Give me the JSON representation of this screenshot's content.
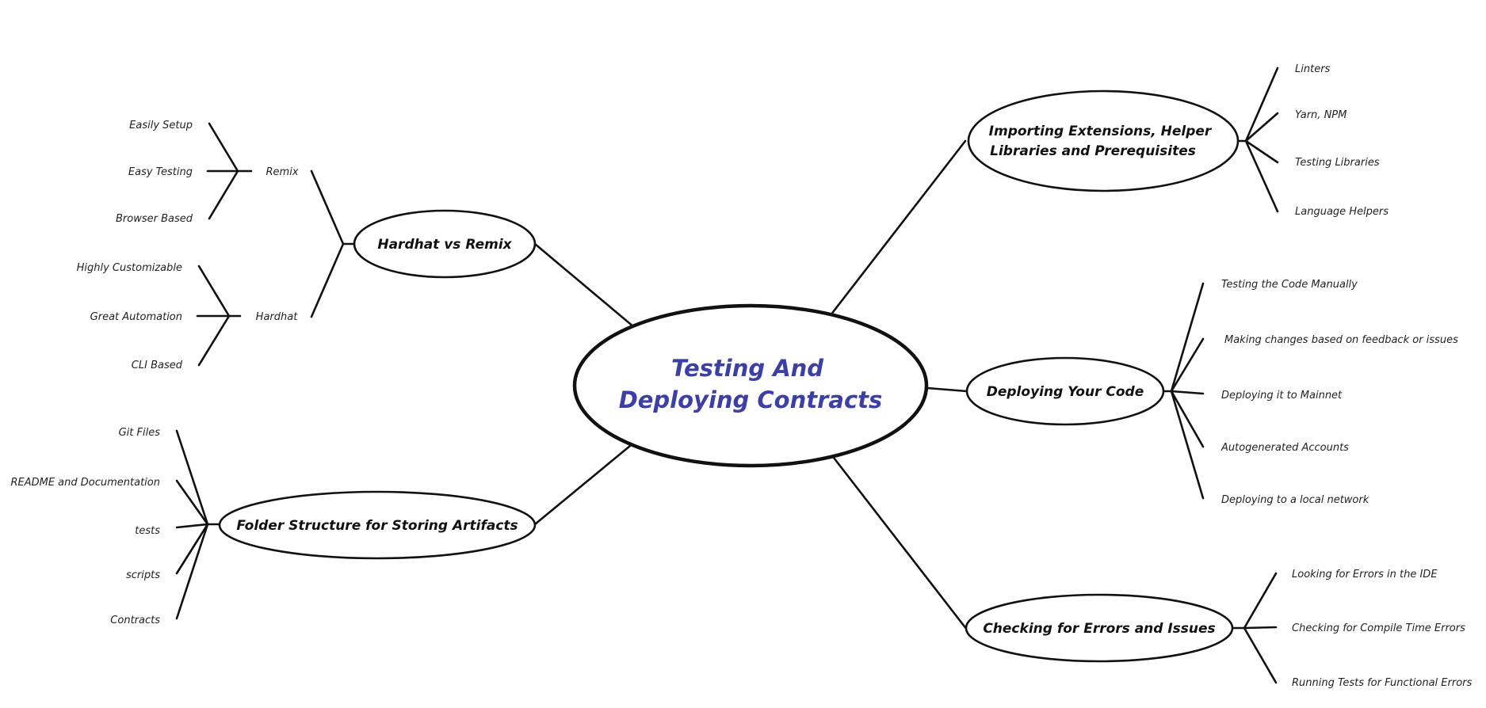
{
  "root": {
    "lines": [
      "Testing And",
      "Deploying Contracts"
    ]
  },
  "topics": {
    "hardhat_vs_remix": {
      "label": "Hardhat vs Remix",
      "groups": {
        "remix": {
          "label": "Remix",
          "items": [
            "Easily Setup",
            "Easy Testing",
            "Browser Based"
          ]
        },
        "hardhat": {
          "label": "Hardhat",
          "items": [
            "Highly Customizable",
            "Great Automation",
            "CLI Based"
          ]
        }
      }
    },
    "folder_structure": {
      "label": "Folder Structure for Storing Artifacts",
      "items": [
        "Git Files",
        "README and Documentation",
        "tests",
        "scripts",
        "Contracts"
      ]
    },
    "importing_extensions": {
      "lines": [
        "Importing Extensions, Helper",
        "Libraries and Prerequisites"
      ],
      "items": [
        "Linters",
        "Yarn, NPM",
        "Testing Libraries",
        "Language Helpers"
      ]
    },
    "deploying_code": {
      "label": "Deploying Your Code",
      "items": [
        "Testing the Code Manually",
        "Making changes based on feedback or issues",
        "Deploying it to Mainnet",
        "Autogenerated Accounts",
        "Deploying to a local network"
      ]
    },
    "checking_errors": {
      "label": "Checking for Errors and Issues",
      "items": [
        "Looking for Errors in the IDE",
        "Checking for Compile Time Errors",
        "Running Tests for Functional Errors"
      ]
    }
  }
}
